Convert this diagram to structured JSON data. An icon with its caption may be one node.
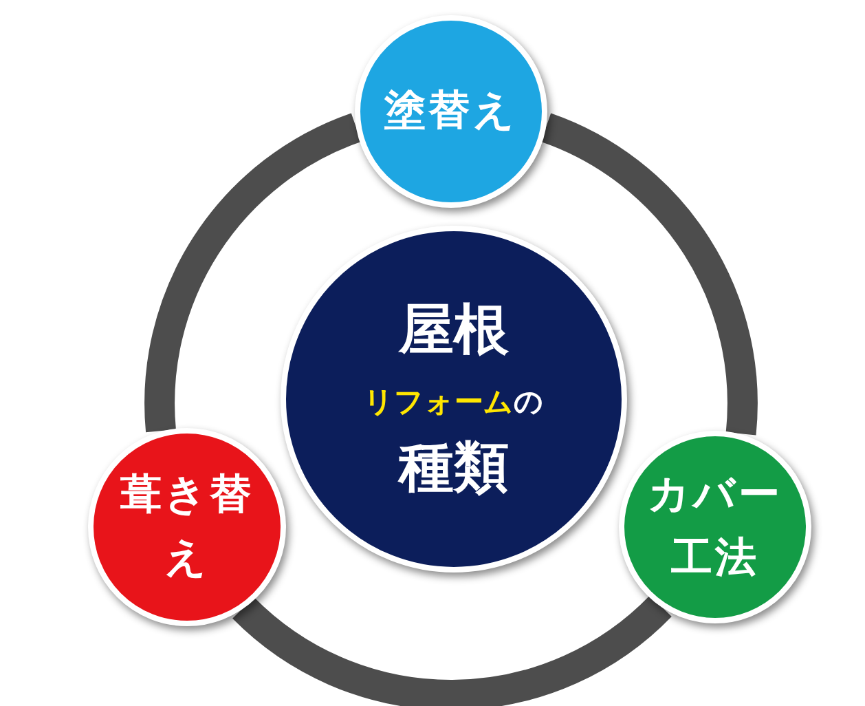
{
  "diagram": {
    "nodes": [
      {
        "text": [
          "屋根",
          "リフォーム",
          "の",
          "種類"
        ]
      },
      {
        "text": [
          "塗替え"
        ]
      },
      {
        "text": [
          "葺き替え"
        ]
      },
      {
        "text": [
          "カバー工法"
        ]
      }
    ],
    "edges": [
      {
        "from": 1,
        "to": 3,
        "arrow": "none"
      },
      {
        "from": 3,
        "to": 2,
        "arrow": "none"
      },
      {
        "from": 2,
        "to": 1,
        "arrow": "none"
      }
    ]
  }
}
